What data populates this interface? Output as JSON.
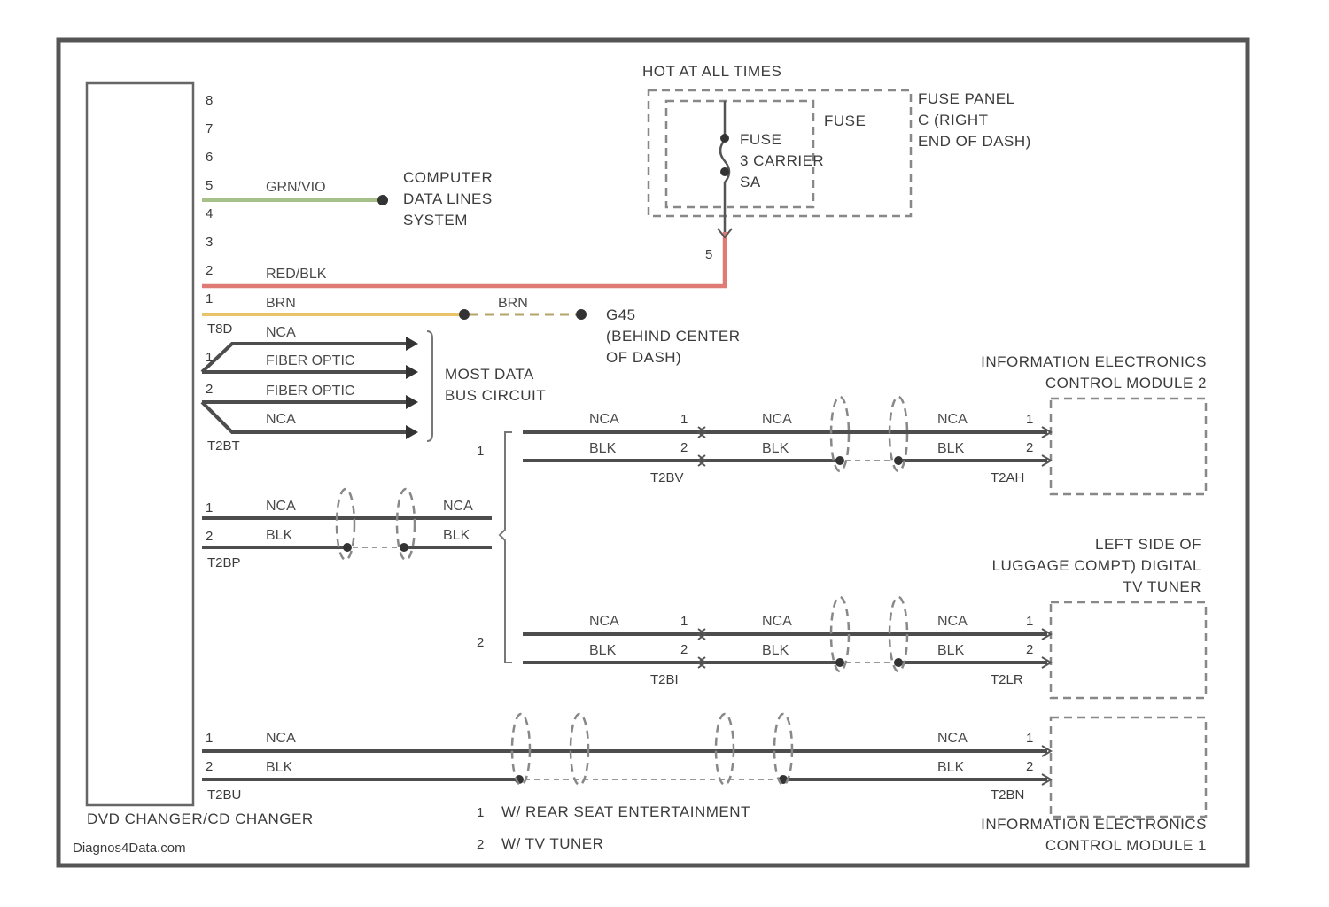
{
  "colors": {
    "frame": "#555555",
    "wire_dark": "#4d4d4d",
    "wire_green": "#a6c08a",
    "wire_red": "#e07a74",
    "wire_yellow": "#e8c36a",
    "wire_brown_dash": "#b5a46a",
    "box_dash": "#888888"
  },
  "hot_label": "HOT AT ALL TIMES",
  "fuse_panel": {
    "line1": "FUSE PANEL",
    "line2": "C (RIGHT",
    "line3": "END OF DASH)"
  },
  "fuse": {
    "label": "FUSE",
    "inner1": "FUSE",
    "inner2": "3 CARRIER",
    "inner3": "SA",
    "pin": "5"
  },
  "component": {
    "label": "DVD CHANGER/CD CHANGER"
  },
  "left_pins": [
    "8",
    "7",
    "6",
    "5",
    "4",
    "3",
    "2",
    "1"
  ],
  "computer": {
    "line1": "COMPUTER",
    "line2": "DATA LINES",
    "line3": "SYSTEM"
  },
  "wires": {
    "grn_vio": "GRN/VIO",
    "red_blk": "RED/BLK",
    "brn": "BRN",
    "nca": "NCA",
    "blk": "BLK",
    "fiber": "FIBER OPTIC"
  },
  "ground": {
    "label": "G45",
    "line1": "(BEHIND CENTER",
    "line2": "OF DASH)"
  },
  "most": {
    "line1": "MOST DATA",
    "line2": "BUS CIRCUIT"
  },
  "connectors": {
    "t8d": "T8D",
    "t2bt": "T2BT",
    "t2bp": "T2BP",
    "t2bv": "T2BV",
    "t2ah": "T2AH",
    "t2bi": "T2BI",
    "t2lr": "T2LR",
    "t2bu": "T2BU",
    "t2bn": "T2BN"
  },
  "pin_one": "1",
  "pin_two": "2",
  "pin_five": "5",
  "ref1": "1",
  "ref2": "2",
  "module2": {
    "line1": "INFORMATION ELECTRONICS",
    "line2": "CONTROL MODULE 2"
  },
  "tuner": {
    "line1": "LEFT SIDE OF",
    "line2": "LUGGAGE COMPT) DIGITAL",
    "line3": "TV TUNER"
  },
  "module1": {
    "line1": "INFORMATION ELECTRONICS",
    "line2": "CONTROL MODULE 1"
  },
  "legend": [
    {
      "num": "1",
      "text": "W/ REAR SEAT ENTERTAINMENT"
    },
    {
      "num": "2",
      "text": "W/ TV TUNER"
    }
  ],
  "watermark": "Diagnos4Data.com"
}
